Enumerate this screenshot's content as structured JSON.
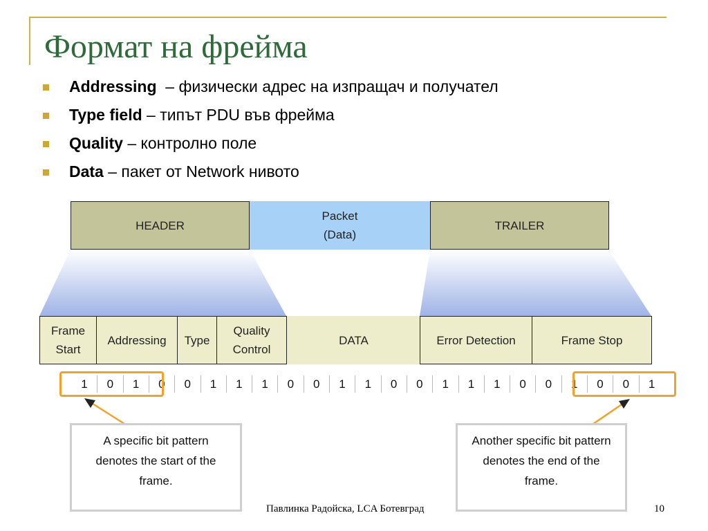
{
  "title": "Формат на фрейма",
  "bullets": [
    {
      "term": "Addressing",
      "text": "  – физически адрес на изпращач и получател"
    },
    {
      "term": "Type field",
      "text": " – типът PDU във фрейма"
    },
    {
      "term": "Quality",
      "text": " – контролно поле"
    },
    {
      "term": "Data",
      "text": " – пакет от Network нивото"
    }
  ],
  "diagram": {
    "header_label": "HEADER",
    "packet_line1": "Packet",
    "packet_line2": "(Data)",
    "trailer_label": "TRAILER",
    "fields": {
      "frame_start_1": "Frame",
      "frame_start_2": "Start",
      "addressing": "Addressing",
      "type": "Type",
      "quality_1": "Quality",
      "quality_2": "Control",
      "data": "DATA",
      "error_detection": "Error Detection",
      "frame_stop": "Frame Stop"
    },
    "bits": [
      "1",
      "0",
      "1",
      "0",
      "0",
      "1",
      "1",
      "1",
      "0",
      "0",
      "1",
      "1",
      "0",
      "0",
      "1",
      "1",
      "1",
      "0",
      "0",
      "1",
      "0",
      "0",
      "1"
    ],
    "highlight_color": "#f0a22a",
    "callout_start": {
      "line1": "A specific bit pattern",
      "line2": "denotes the start of the",
      "line3": "frame."
    },
    "callout_end": {
      "line1": "Another specific bit pattern",
      "line2": "denotes the end of the",
      "line3": "frame."
    }
  },
  "footer": "Павлинка Радойска, LCA Ботевград",
  "page_number": "10",
  "colors": {
    "title": "#2f6b3a",
    "accent": "#c9b24f",
    "header_fill": "#c4c49a",
    "packet_fill": "#a7d1f7",
    "field_fill": "#ededcb"
  }
}
